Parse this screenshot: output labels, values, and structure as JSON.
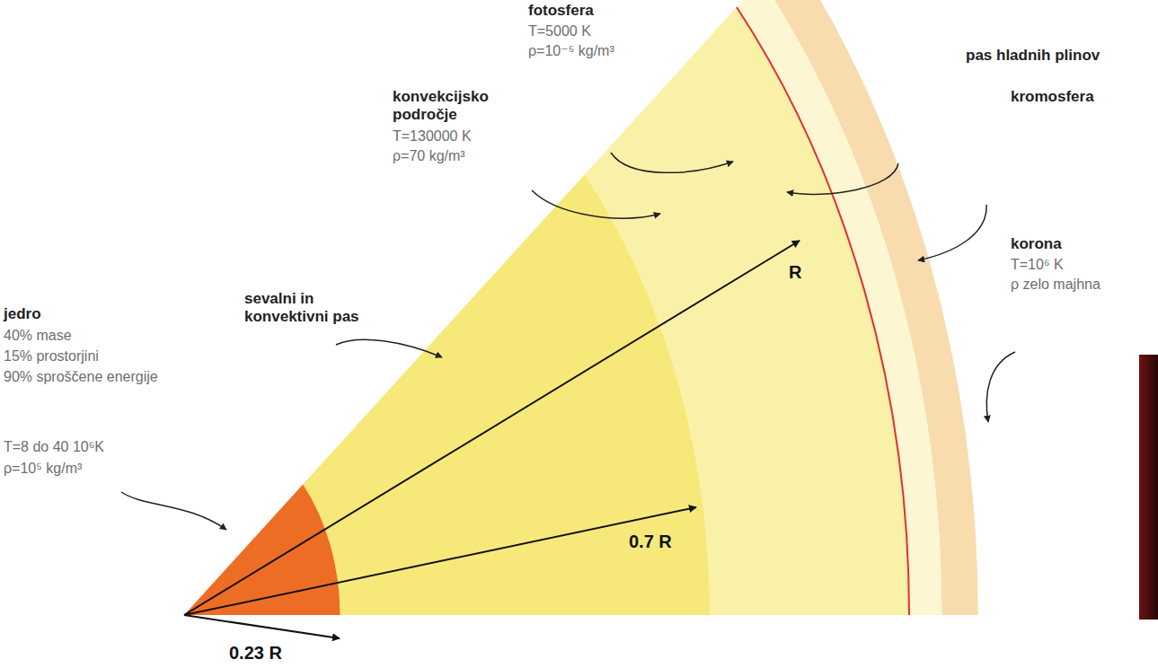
{
  "diagram": {
    "labels": [
      "fotosfera",
      "T=5000 K",
      "ρ=10⁻⁵ kg/m³",
      "pas hladnih plinov",
      "konvekcijsko področje",
      "T=130000 K",
      "ρ=70 kg/m³",
      "kromosfera",
      "korona",
      "T=10⁶ K",
      "ρ zelo majhna",
      "jedro",
      "40% mase",
      "15% prostorjini",
      "90% sproščene energije",
      "sevalni in konvektivni pas",
      "T=8 do 40 10⁶K",
      "ρ=10⁵ kg/m³",
      "R",
      "0.7 R",
      "0.23 R"
    ]
  }
}
